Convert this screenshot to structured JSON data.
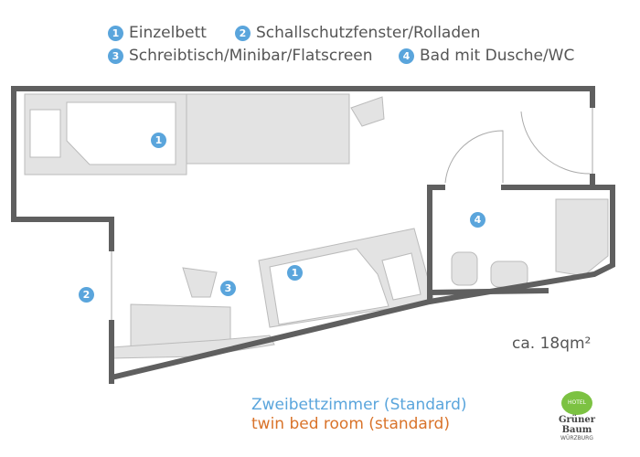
{
  "legend": [
    {
      "number": "1",
      "label": "Einzelbett"
    },
    {
      "number": "2",
      "label": "Schallschutzfenster/Rolladen"
    },
    {
      "number": "3",
      "label": "Schreibtisch/Minibar/Flatscreen"
    },
    {
      "number": "4",
      "label": "Bad mit Dusche/WC"
    }
  ],
  "markers": {
    "bed1": "1",
    "bed2": "1",
    "window": "2",
    "desk": "3",
    "bath": "4"
  },
  "area": "ca. 18qm²",
  "title_de": "Zweibettzimmer (Standard)",
  "title_en": "twin bed room (standard)",
  "logo": {
    "top": "HOTEL",
    "name": "Grüner Baum",
    "city": "WÜRZBURG"
  },
  "colors": {
    "accent": "#5aa5dc",
    "wall": "#5f5f5f",
    "furniture": "#e3e3e3",
    "title_de": "#5aa5dc",
    "title_en": "#d9732a",
    "logo_green": "#7cc242"
  }
}
